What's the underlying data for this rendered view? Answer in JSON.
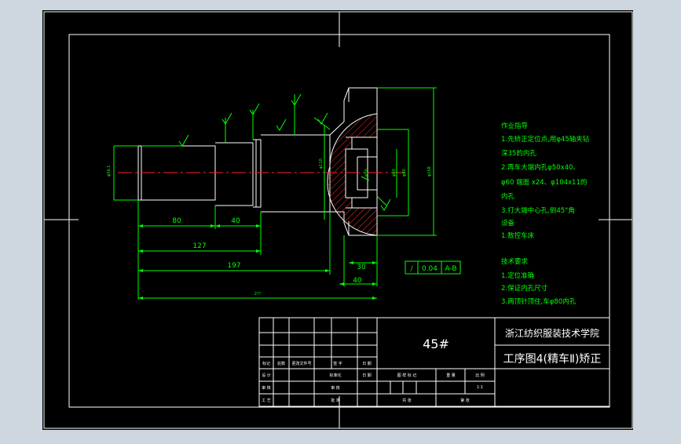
{
  "drawing": {
    "dimensions": {
      "d80": "80",
      "d40a": "40",
      "d127": "127",
      "d197": "197",
      "dtotal": "2??",
      "d30": "30",
      "d40b": "40"
    },
    "tolerance": {
      "symbol": "/",
      "value": "0.04",
      "datum": "A-B"
    },
    "notes": {
      "work_title": "作业指导",
      "work_lines": [
        "1.先矫正定位点,用φ45轴夹钻",
        "深35的内孔",
        "2.再车大端内孔φ50x40、",
        "φ60 端面 x24、φ104x11的",
        "内孔",
        "3.打大端中心孔,倒45°角",
        "设备",
        "1.数控车床"
      ],
      "tech_title": "技术要求",
      "tech_lines": [
        "1.定位准确",
        "2.保证内孔尺寸",
        "3.两顶针顶住,车φ80内孔"
      ]
    }
  },
  "title_block": {
    "material": "45#",
    "school": "浙江纺织服装技术学院",
    "drawing_name": "工序图4(精车Ⅱ)矫正",
    "row_labels": [
      "标记",
      "处数",
      "更改文件号",
      "签 字",
      "日 期"
    ],
    "designer_label": "设 计",
    "standard_label": "标准化",
    "checker_label": "审 核",
    "reviewer_label": "审 核",
    "process_label": "工 艺",
    "approve_label": "批 准",
    "date_label": "日 期",
    "stage_label": "图 样 标 记",
    "weight_label": "重 量",
    "scale_label": "比 例",
    "scale_value": "1:1",
    "sheet_label": "共   张",
    "sheet_of_label": "第   张"
  }
}
